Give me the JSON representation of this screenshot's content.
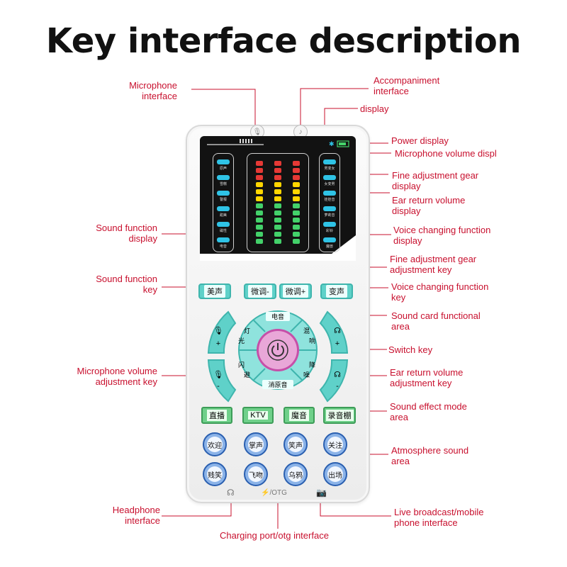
{
  "title": "Key interface description",
  "labels": {
    "microphone_interface": [
      "Microphone",
      "interface"
    ],
    "accompaniment_interface": [
      "Accompaniment",
      "interface"
    ],
    "display": "display",
    "power_display": "Power display",
    "mic_volume_display": "Microphone volume displ",
    "fine_gear_display": [
      "Fine adjustment gear",
      "display"
    ],
    "ear_return_display": [
      "Ear return volume",
      "display"
    ],
    "sound_function_display": [
      "Sound function",
      "display"
    ],
    "voice_changing_display": [
      "Voice changing function",
      "display"
    ],
    "fine_gear_key": [
      "Fine adjustment gear",
      "adjustment key"
    ],
    "sound_function_key": [
      "Sound function",
      "key"
    ],
    "voice_changing_key": [
      "Voice changing function",
      "key"
    ],
    "sound_card_area": [
      "Sound card functional",
      "area"
    ],
    "switch_key": "Switch key",
    "mic_volume_key": [
      "Microphone volume",
      "adjustment key"
    ],
    "ear_return_key": [
      "Ear return volume",
      "adjustment key"
    ],
    "sound_effect_area": [
      "Sound effect mode",
      "area"
    ],
    "atmosphere_area": [
      "Atmosphere sound",
      "area"
    ],
    "headphone_interface": [
      "Headphone",
      "interface"
    ],
    "live_broadcast": [
      "Live broadcast/mobile",
      "phone interface"
    ],
    "charging_port": "Charging port/otg interface"
  },
  "device": {
    "left_display_items": [
      "原声",
      "雪糕",
      "警报",
      "甜美",
      "磁性",
      "电音"
    ],
    "right_display_items": [
      "男变女",
      "女变男",
      "娃娃音",
      "萝莉音",
      "彩铃",
      "魔兽"
    ],
    "buttons": {
      "meisheng": "美声",
      "weitiao_minus": "微调-",
      "weitiao_plus": "微调+",
      "biansheng": "变声"
    },
    "ring": {
      "top": "电音",
      "left_upper": [
        "灯",
        "光"
      ],
      "right_upper": [
        "混",
        "响"
      ],
      "left_lower": [
        "闪",
        "避"
      ],
      "right_lower": [
        "降",
        "噪"
      ],
      "bottom": "消原音"
    },
    "modes": [
      "直播",
      "KTV",
      "魔音",
      "录音棚"
    ],
    "atmosphere": [
      "欢迎",
      "掌声",
      "笑声",
      "关注",
      "贱笑",
      "飞吻",
      "乌鸦",
      "出场"
    ],
    "otg_label": "OTG"
  },
  "colors": {
    "label_red": "#c8102e",
    "button_teal": "#5fd1c9",
    "power_pink": "#e9a7d8",
    "mode_green": "#6fd08a",
    "atmosphere_blue": "#8bb3e8"
  }
}
